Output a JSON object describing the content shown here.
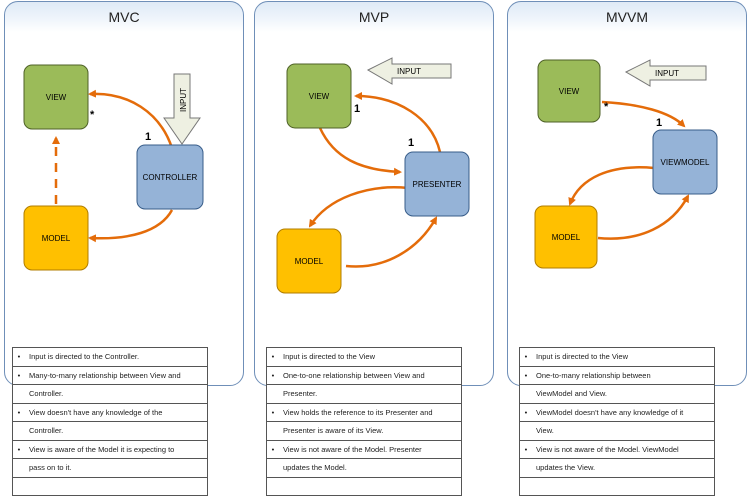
{
  "panels": [
    {
      "title": "MVC",
      "input_label": "INPUT",
      "nodes": {
        "view": "VIEW",
        "model": "MODEL",
        "controller": "CONTROLLER"
      },
      "multiplicity": {
        "view": "*",
        "controller": "1"
      },
      "notes": [
        {
          "text": "Input is directed to the Controller.",
          "bullet": true
        },
        {
          "text": "Many-to-many relationship between View and",
          "bullet": true
        },
        {
          "text": "Controller.",
          "bullet": false
        },
        {
          "text": "View doesn't have any knowledge of the",
          "bullet": true
        },
        {
          "text": "Controller.",
          "bullet": false
        },
        {
          "text": "View is aware of the Model it is expecting to",
          "bullet": true
        },
        {
          "text": "pass on to it.",
          "bullet": false
        },
        {
          "text": "",
          "bullet": false
        }
      ]
    },
    {
      "title": "MVP",
      "input_label": "INPUT",
      "nodes": {
        "view": "VIEW",
        "model": "MODEL",
        "presenter": "PRESENTER"
      },
      "multiplicity": {
        "view": "1",
        "presenter": "1"
      },
      "notes": [
        {
          "text": "Input is directed to the View",
          "bullet": true
        },
        {
          "text": "One-to-one relationship between View and",
          "bullet": true
        },
        {
          "text": "Presenter.",
          "bullet": false
        },
        {
          "text": "View holds the reference to its Presenter and",
          "bullet": true
        },
        {
          "text": "Presenter is aware of its View.",
          "bullet": false
        },
        {
          "text": "View is not aware of the Model. Presenter",
          "bullet": true
        },
        {
          "text": "updates the Model.",
          "bullet": false
        },
        {
          "text": "",
          "bullet": false
        }
      ]
    },
    {
      "title": "MVVM",
      "input_label": "INPUT",
      "nodes": {
        "view": "VIEW",
        "model": "MODEL",
        "viewmodel": "VIEWMODEL"
      },
      "multiplicity": {
        "view": "*",
        "viewmodel": "1"
      },
      "notes": [
        {
          "text": "Input is directed to the  View",
          "bullet": true
        },
        {
          "text": "One-to-many relationship between",
          "bullet": true
        },
        {
          "text": "ViewModel and View.",
          "bullet": false
        },
        {
          "text": "ViewModel doesn't have any knowledge of it",
          "bullet": true
        },
        {
          "text": "View.",
          "bullet": false
        },
        {
          "text": "View is not aware of the Model. ViewModel",
          "bullet": true
        },
        {
          "text": "updates the View.",
          "bullet": false
        },
        {
          "text": "",
          "bullet": false
        }
      ]
    }
  ],
  "colors": {
    "view_fill": "#9bbb59",
    "controller_fill": "#95b3d7",
    "model_fill": "#ffc000",
    "arrow": "#e46c0a",
    "input_arrow_fill": "#eef0e2"
  }
}
